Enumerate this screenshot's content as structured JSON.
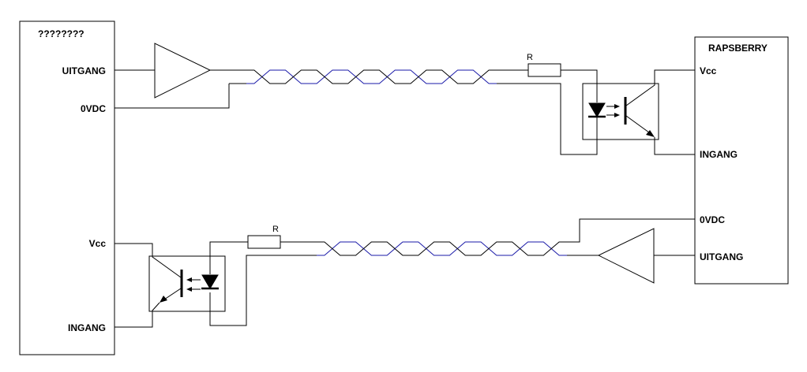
{
  "left_device": {
    "title": "????????",
    "pins": {
      "output": "UITGANG",
      "ground": "0VDC",
      "vcc": "Vcc",
      "input": "INGANG"
    }
  },
  "right_device": {
    "title": "RAPSBERRY",
    "pins": {
      "vcc": "Vcc",
      "input": "INGANG",
      "ground": "0VDC",
      "output": "UITGANG"
    }
  },
  "resistor_top": {
    "label": "R"
  },
  "resistor_bottom": {
    "label": "R"
  },
  "colors": {
    "wire": "#000000",
    "twisted_pair_a": "#000000",
    "twisted_pair_b": "#1a1aa8"
  }
}
